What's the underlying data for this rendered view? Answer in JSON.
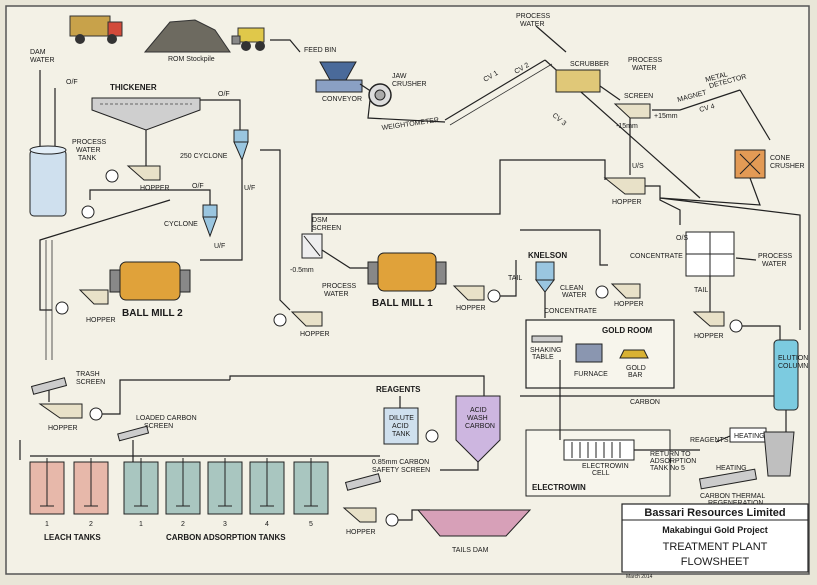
{
  "labels": {
    "rom_stockpile": "ROM Stockpile",
    "feed_bin": "FEED BIN",
    "conveyor": "CONVEYOR",
    "dam_water": "DAM\nWATER",
    "thickener": "THICKENER",
    "of_left": "O/F",
    "of_right": "O/F",
    "process_water_tank": "PROCESS\nWATER\nTANK",
    "hopper_thick": "HOPPER",
    "cyclone_250": "250 CYCLONE",
    "uf_250": "U/F",
    "of_cyclone": "O/F",
    "cyclone": "CYCLONE",
    "uf_cyc": "U/F",
    "ball_mill_2": "BALL MILL 2",
    "hopper_bm2": "HOPPER",
    "jaw_crusher": "JAW\nCRUSHER",
    "weightometer": "WEIGHTOMETER",
    "cv1": "CV 1",
    "cv2": "CV 2",
    "cv3": "CV 3",
    "cv4": "CV 4",
    "process_water_top": "PROCESS\nWATER",
    "scrubber": "SCRUBBER",
    "process_water_screen": "PROCESS\nWATER",
    "screen": "SCREEN",
    "plus15mm": "+15mm",
    "minus15mm": "-15mm",
    "magnet": "MAGNET",
    "metal_detector": "METAL\nDETECTOR",
    "cone_crusher": "CONE\nCRUSHER",
    "us": "U/S",
    "hopper_us": "HOPPER",
    "os": "O/S",
    "dsm_screen": "DSM\nSCREEN",
    "minus05mm": "-0.5mm",
    "process_water_bm1": "PROCESS\nWATER",
    "ball_mill_1": "BALL MILL 1",
    "hopper_bm1": "HOPPER",
    "hopper_dsm": "HOPPER",
    "knelson": "KNELSON",
    "clean_water": "CLEAN\nWATER",
    "tail_kn": "TAIL",
    "concentrate_kn": "CONCENTRATE",
    "concentrate_table": "CONCENTRATE",
    "hopper_table": "HOPPER",
    "process_water_right": "PROCESS\nWATER",
    "tail_right": "TAIL",
    "hopper_right": "HOPPER",
    "gold_room": "GOLD ROOM",
    "shaking_table": "SHAKING\nTABLE",
    "furnace": "FURNACE",
    "gold_bar": "GOLD\nBAR",
    "elution_column": "ELUTION\nCOLUMN",
    "carbon": "CARBON",
    "reagents": "REAGENTS",
    "dilute_acid_tank": "DILUTE\nACID\nTANK",
    "acid_wash_carbon": "ACID\nWASH\nCARBON",
    "heating": "HEATING",
    "reagents2": "REAGENTS",
    "electrowin_cell": "ELECTROWIN\nCELL",
    "electrowin": "ELECTROWIN",
    "return_to_tank": "RETURN TO\nADSORPTION\nTANK No 5",
    "heating2": "HEATING",
    "carbon_thermal": "CARBON THERMAL\nREGENERATION",
    "trash_screen": "TRASH\nSCREEN",
    "hopper_trash": "HOPPER",
    "loaded_carbon_screen": "LOADED CARBON\nSCREEN",
    "carbon_safety_screen": "0.85mm CARBON\nSAFETY SCREEN",
    "hopper_safety": "HOPPER",
    "tails_dam": "TAILS DAM",
    "leach_tanks": "LEACH TANKS",
    "carbon_adsorption_tanks": "CARBON ADSORPTION TANKS",
    "tank_numbers": [
      "1",
      "2",
      "1",
      "2",
      "3",
      "4",
      "5"
    ]
  },
  "title_block": {
    "company": "Bassari Resources Limited",
    "project": "Makabingui Gold Project",
    "title_line1": "TREATMENT PLANT",
    "title_line2": "FLOWSHEET",
    "date": "March 2014"
  },
  "colors": {
    "background": "#e9e6d8",
    "mill": "#e0a23a",
    "leach_tank": "#e7b8aa",
    "adsorption_tank": "#a9c6c0",
    "water_tank": "#cfe0ee",
    "elution_column": "#7ccbe0",
    "gold": "#d9b233",
    "hopper": "#e8e1c8"
  }
}
